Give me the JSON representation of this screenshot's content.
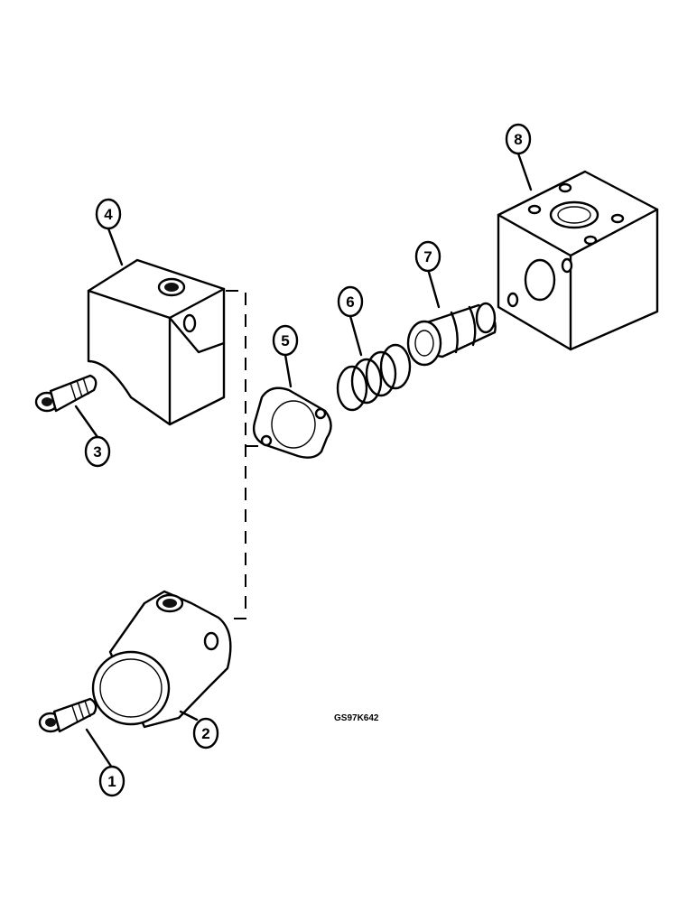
{
  "callouts": [
    "1",
    "2",
    "3",
    "4",
    "5",
    "6",
    "7",
    "8"
  ],
  "reference_code": "GS97K642"
}
